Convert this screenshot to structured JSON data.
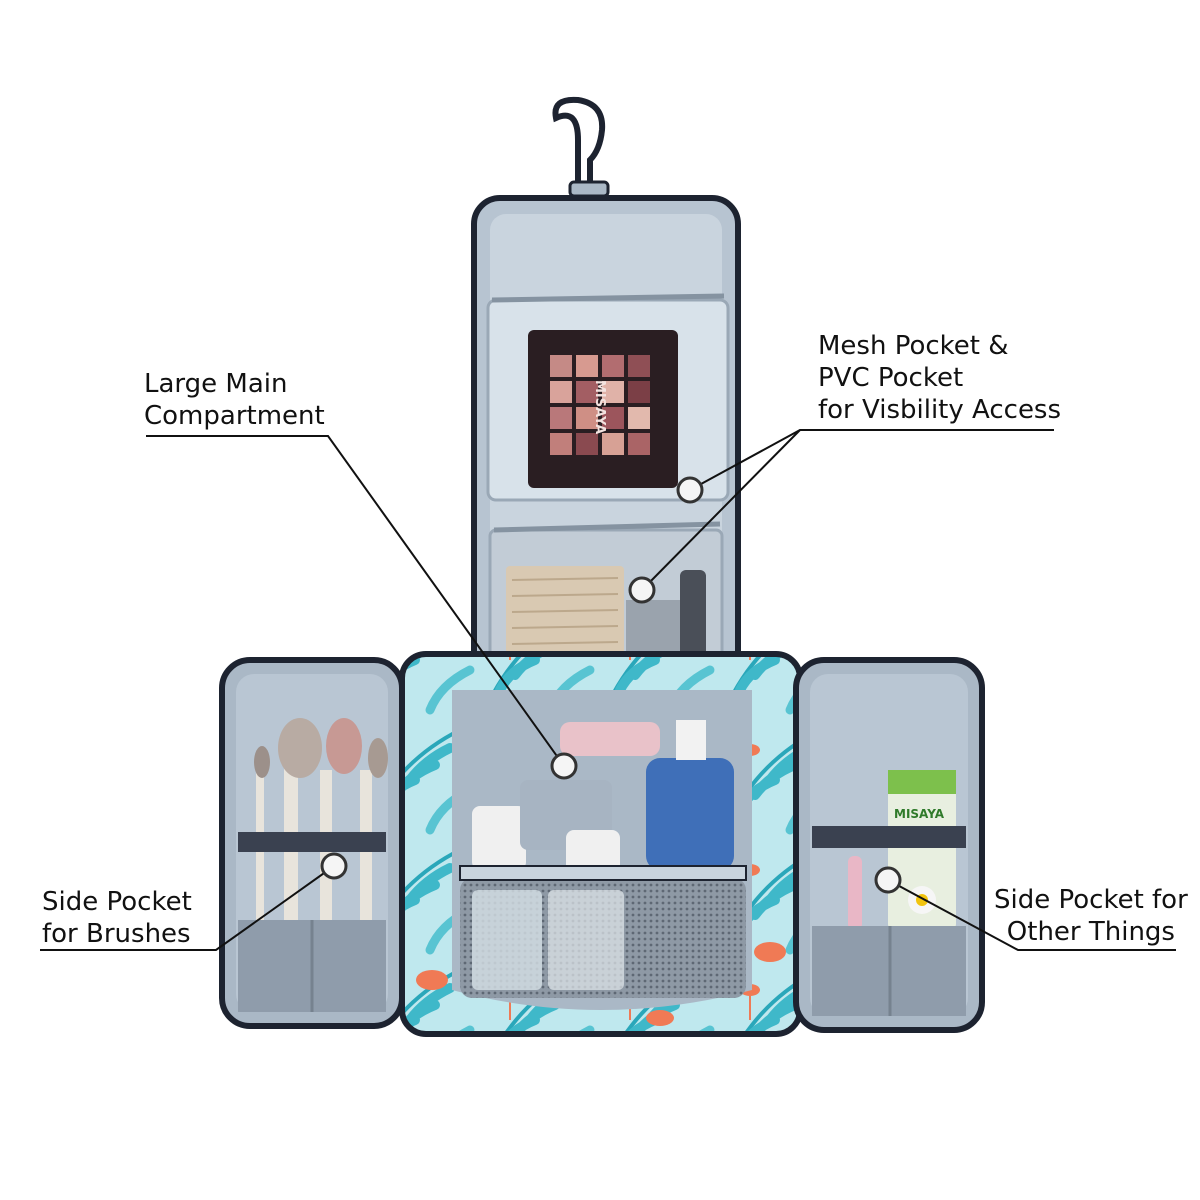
{
  "callouts": {
    "main_compartment": {
      "line1": "Large Main",
      "line2": "Compartment"
    },
    "mesh_pocket": {
      "line1": "Mesh Pocket &",
      "line2": "PVC Pocket",
      "line3": "for Visbility Access"
    },
    "side_brushes": {
      "line1": "Side Pocket",
      "line2": "for Brushes"
    },
    "side_other": {
      "line1": "Side Pocket for",
      "line2": "Other Things"
    }
  },
  "product": {
    "palette_brand": "MISAYA",
    "tube_brand": "MISAYA"
  },
  "colors": {
    "lining": "#aab8c6",
    "lining_light": "#c9d4de",
    "piping": "#1d2330",
    "print_base": "#bfe8ee",
    "leaf": "#3fb8c9",
    "flamingo": "#f07a55",
    "palette": "#2a1e22",
    "bottle_blue": "#3f6fb8"
  },
  "icons": {
    "hanger": "hanger-icon",
    "callout_dot": "callout-dot-icon"
  }
}
